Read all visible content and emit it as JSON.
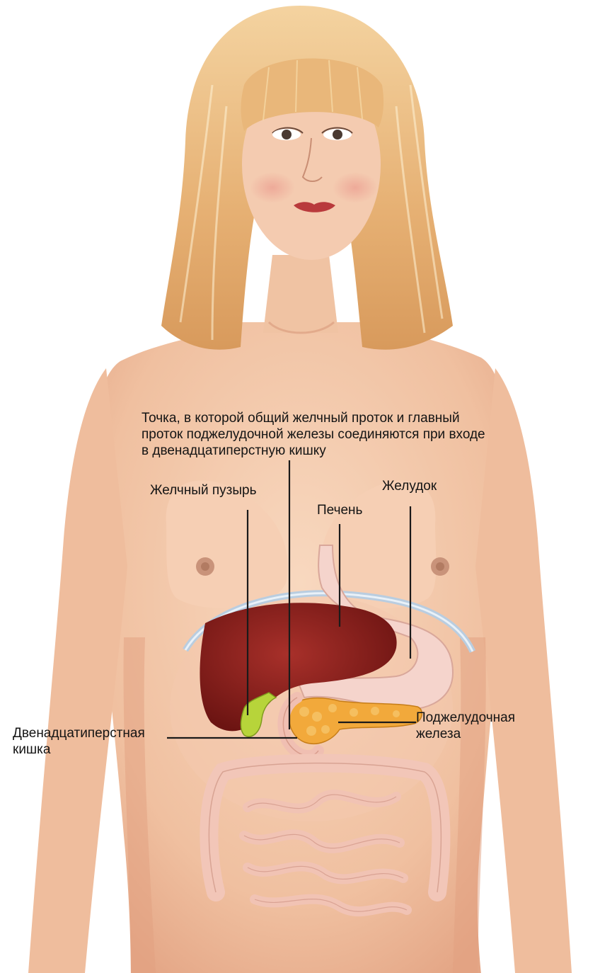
{
  "labels": {
    "junction": [
      "Точка, в которой общий желчный проток и главный",
      "проток поджелудочной железы соединяются при входе",
      "в двенадцатиперстную кишку"
    ],
    "gallbladder": "Желчный пузырь",
    "liver": "Печень",
    "stomach": "Желудок",
    "duodenum": [
      "Двенадцатиперстная",
      "кишка"
    ],
    "pancreas": [
      "Поджелудочная",
      "железа"
    ]
  },
  "colors": {
    "skin": "#f3c6a8",
    "skin_shadow": "#e3a283",
    "hair": "#e9b77a",
    "liver": "#8e1f1c",
    "gallbladder": "#b7d43a",
    "pancreas": "#f2a93b",
    "intestine": "#f4c7b8",
    "stomach": "#f6d6cf",
    "diaphragm": "#b9cde0",
    "leader_line": "#1a1a1a"
  }
}
